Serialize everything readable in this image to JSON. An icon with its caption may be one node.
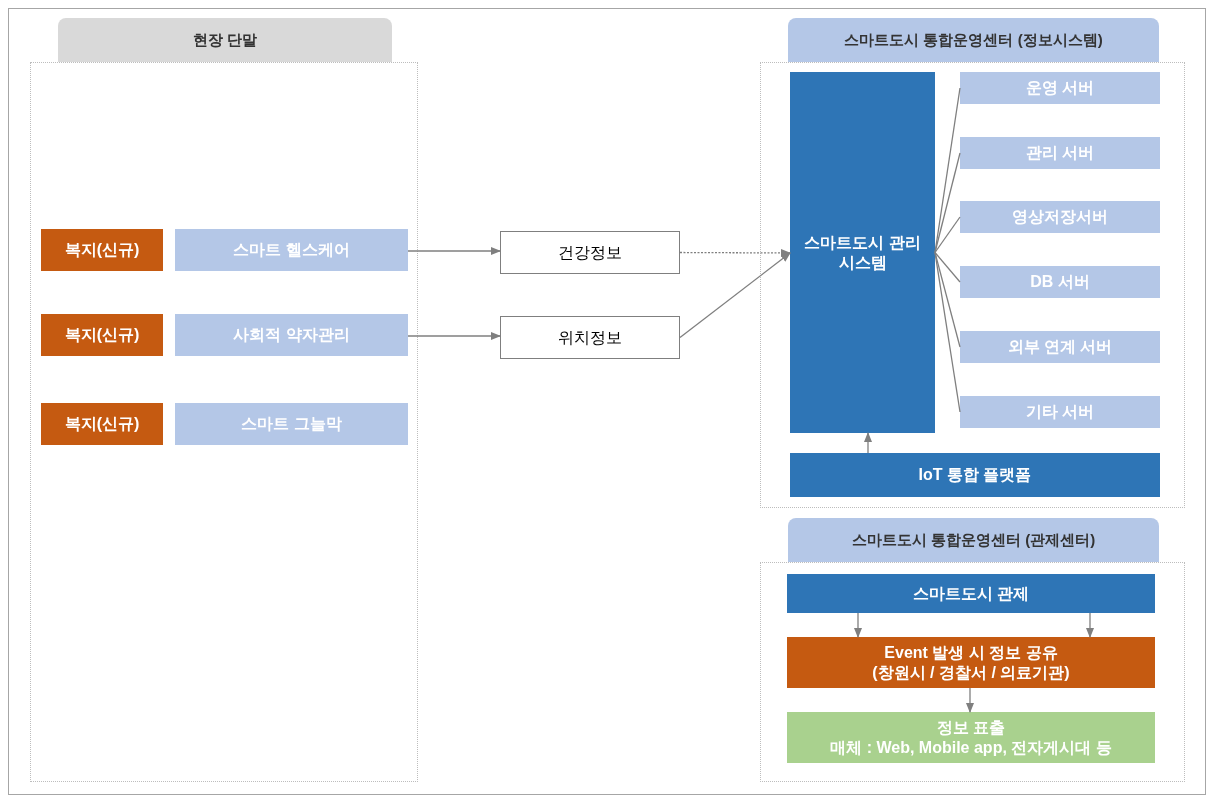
{
  "diagram": {
    "nodes": [
      {
        "text": [
          "현장 단말"
        ]
      },
      {
        "text": [
          "복지(신규)"
        ],
        "in": 0
      },
      {
        "text": [
          "스마트 헬스케어"
        ],
        "in": 0
      },
      {
        "text": [
          "복지(신규)"
        ],
        "in": 0
      },
      {
        "text": [
          "사회적 약자관리"
        ],
        "in": 0
      },
      {
        "text": [
          "복지(신규)"
        ],
        "in": 0
      },
      {
        "text": [
          "스마트 그늘막"
        ],
        "in": 0
      },
      {
        "text": [
          "건강정보"
        ]
      },
      {
        "text": [
          "위치정보"
        ]
      },
      {
        "text": [
          "스마트도시 통합운영센터 (정보시스템)"
        ]
      },
      {
        "text": [
          "스마트도시 관리 시스템"
        ],
        "in": 9
      },
      {
        "text": [
          "운영 서버"
        ],
        "in": 9
      },
      {
        "text": [
          "관리 서버"
        ],
        "in": 9
      },
      {
        "text": [
          "영상저장서버"
        ],
        "in": 9
      },
      {
        "text": [
          "DB 서버"
        ],
        "in": 9
      },
      {
        "text": [
          "외부 연계 서버"
        ],
        "in": 9
      },
      {
        "text": [
          "기타 서버"
        ],
        "in": 9
      },
      {
        "text": [
          "IoT 통합 플랫폼"
        ],
        "in": 9
      },
      {
        "text": [
          "스마트도시 통합운영센터 (관제센터)"
        ]
      },
      {
        "text": [
          "스마트도시 관제"
        ],
        "in": 18
      },
      {
        "text": [
          "Event 발생 시 정보 공유",
          "(창원시 / 경찰서 / 의료기관)"
        ],
        "in": 18
      },
      {
        "text": [
          "정보 표출",
          "매체 : Web, Mobile app, 전자게시대 등"
        ],
        "in": 18
      }
    ],
    "edges": [
      {
        "from": 2,
        "to": 7,
        "arrow": "to"
      },
      {
        "from": 4,
        "to": 8,
        "arrow": "to"
      },
      {
        "from": 7,
        "to": 10,
        "arrow": "to",
        "style": "dashed"
      },
      {
        "from": 8,
        "to": 10,
        "arrow": "to"
      },
      {
        "from": 10,
        "to": 11,
        "arrow": "none"
      },
      {
        "from": 10,
        "to": 12,
        "arrow": "none"
      },
      {
        "from": 10,
        "to": 13,
        "arrow": "none"
      },
      {
        "from": 10,
        "to": 14,
        "arrow": "none"
      },
      {
        "from": 10,
        "to": 15,
        "arrow": "none"
      },
      {
        "from": 10,
        "to": 16,
        "arrow": "none"
      },
      {
        "from": 17,
        "to": 10,
        "arrow": "to"
      },
      {
        "from": 19,
        "to": 20,
        "arrow": "to"
      },
      {
        "from": 19,
        "to": 20,
        "arrow": "to"
      },
      {
        "from": 20,
        "to": 21,
        "arrow": "to"
      }
    ]
  }
}
